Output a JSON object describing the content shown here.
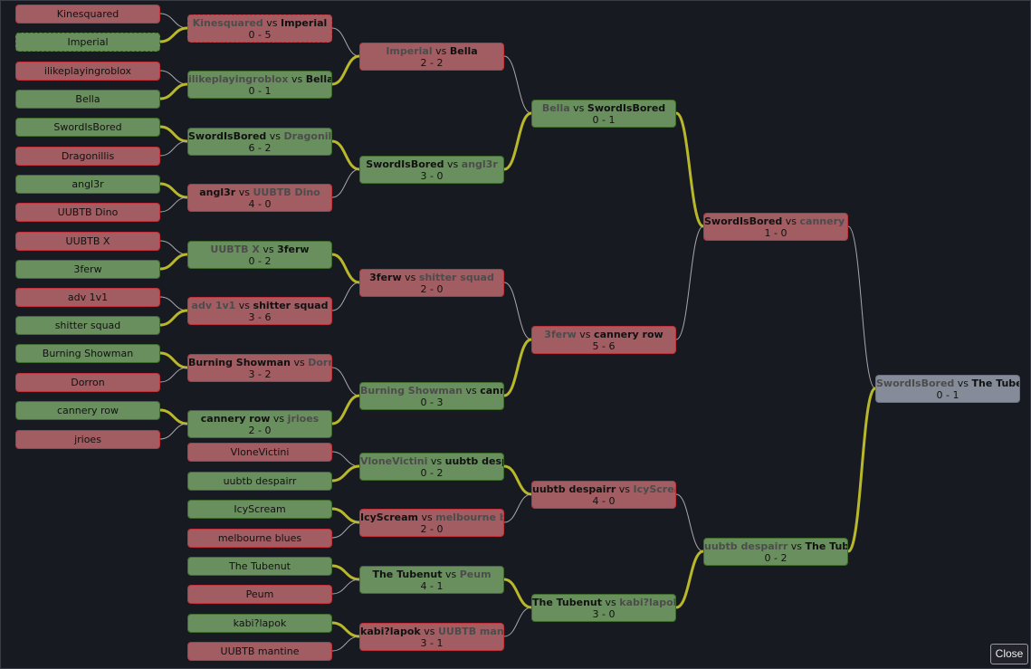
{
  "vs_label": "vs",
  "close_label": "Close",
  "colors": {
    "won": "#6a8f5e",
    "lost": "#a15d62",
    "final": "#858b99",
    "winner_link": "#b8b82a",
    "loser_link": "#a8a8a8"
  },
  "entrants": [
    {
      "id": "e0",
      "name": "Kinesquared",
      "status": "lost"
    },
    {
      "id": "e1",
      "name": "Imperial",
      "status": "won",
      "dashed": true
    },
    {
      "id": "e2",
      "name": "ilikeplayingroblox",
      "status": "lost"
    },
    {
      "id": "e3",
      "name": "Bella",
      "status": "won"
    },
    {
      "id": "e4",
      "name": "SwordIsBored",
      "status": "won"
    },
    {
      "id": "e5",
      "name": "Dragonillis",
      "status": "lost"
    },
    {
      "id": "e6",
      "name": "angl3r",
      "status": "won"
    },
    {
      "id": "e7",
      "name": "UUBTB Dino",
      "status": "lost"
    },
    {
      "id": "e8",
      "name": "UUBTB X",
      "status": "lost"
    },
    {
      "id": "e9",
      "name": "3ferw",
      "status": "won"
    },
    {
      "id": "e10",
      "name": "adv 1v1",
      "status": "lost"
    },
    {
      "id": "e11",
      "name": "shitter squad",
      "status": "won"
    },
    {
      "id": "e12",
      "name": "Burning Showman",
      "status": "won"
    },
    {
      "id": "e13",
      "name": "Dorron",
      "status": "lost"
    },
    {
      "id": "e14",
      "name": "cannery row",
      "status": "won"
    },
    {
      "id": "e15",
      "name": "jrioes",
      "status": "lost"
    },
    {
      "id": "e16",
      "name": "VloneVictini",
      "status": "lost"
    },
    {
      "id": "e17",
      "name": "uubtb despairr",
      "status": "won"
    },
    {
      "id": "e18",
      "name": "IcyScream",
      "status": "won"
    },
    {
      "id": "e19",
      "name": "melbourne blues",
      "status": "lost"
    },
    {
      "id": "e20",
      "name": "The Tubenut",
      "status": "won"
    },
    {
      "id": "e21",
      "name": "Peum",
      "status": "lost"
    },
    {
      "id": "e22",
      "name": "kabi?lapok",
      "status": "won"
    },
    {
      "id": "e23",
      "name": "UUBTB mantine",
      "status": "lost"
    }
  ],
  "matches": [
    {
      "id": "m1",
      "a": "Kinesquared",
      "b": "Imperial",
      "score": "0 - 5",
      "winner": "b",
      "status": "lost",
      "dashed": true,
      "children": [
        "e0",
        "e1"
      ]
    },
    {
      "id": "m2",
      "a": "ilikeplayingroblox",
      "b": "Bella",
      "score": "0 - 1",
      "winner": "b",
      "status": "won",
      "children": [
        "e2",
        "e3"
      ]
    },
    {
      "id": "m3",
      "a": "SwordIsBored",
      "b": "Dragonillis",
      "score": "6 - 2",
      "winner": "a",
      "status": "won",
      "children": [
        "e4",
        "e5"
      ]
    },
    {
      "id": "m4",
      "a": "angl3r",
      "b": "UUBTB Dino",
      "score": "4 - 0",
      "winner": "a",
      "status": "lost",
      "children": [
        "e6",
        "e7"
      ]
    },
    {
      "id": "m5",
      "a": "UUBTB X",
      "b": "3ferw",
      "score": "0 - 2",
      "winner": "b",
      "status": "won",
      "children": [
        "e8",
        "e9"
      ]
    },
    {
      "id": "m6",
      "a": "adv 1v1",
      "b": "shitter squad",
      "score": "3 - 6",
      "winner": "b",
      "status": "lost",
      "children": [
        "e10",
        "e11"
      ]
    },
    {
      "id": "m7",
      "a": "Burning Showman",
      "b": "Dorron",
      "score": "3 - 2",
      "winner": "a",
      "status": "lost",
      "children": [
        "e12",
        "e13"
      ]
    },
    {
      "id": "m8",
      "a": "cannery row",
      "b": "jrioes",
      "score": "2 - 0",
      "winner": "a",
      "status": "won",
      "children": [
        "e14",
        "e15"
      ]
    },
    {
      "id": "m9",
      "a": "Imperial",
      "b": "Bella",
      "score": "2 - 2",
      "winner": "b",
      "status": "lost",
      "children": [
        "m1",
        "m2"
      ]
    },
    {
      "id": "m10",
      "a": "SwordIsBored",
      "b": "angl3r",
      "score": "3 - 0",
      "winner": "a",
      "status": "won",
      "children": [
        "m3",
        "m4"
      ]
    },
    {
      "id": "m11",
      "a": "3ferw",
      "b": "shitter squad",
      "score": "2 - 0",
      "winner": "a",
      "status": "lost",
      "children": [
        "m5",
        "m6"
      ]
    },
    {
      "id": "m12",
      "a": "Burning Showman",
      "b": "cannery row",
      "score": "0 - 3",
      "winner": "b",
      "status": "won",
      "children": [
        "m7",
        "m8"
      ]
    },
    {
      "id": "m13",
      "a": "VloneVictini",
      "b": "uubtb despairr",
      "score": "0 - 2",
      "winner": "b",
      "status": "won",
      "children": [
        "e16",
        "e17"
      ]
    },
    {
      "id": "m14",
      "a": "IcyScream",
      "b": "melbourne blues",
      "score": "2 - 0",
      "winner": "a",
      "status": "lost",
      "children": [
        "e18",
        "e19"
      ]
    },
    {
      "id": "m15",
      "a": "The Tubenut",
      "b": "Peum",
      "score": "4 - 1",
      "winner": "a",
      "status": "won",
      "children": [
        "e20",
        "e21"
      ]
    },
    {
      "id": "m16",
      "a": "kabi?lapok",
      "b": "UUBTB mantine",
      "score": "3 - 1",
      "winner": "a",
      "status": "lost",
      "children": [
        "e22",
        "e23"
      ]
    },
    {
      "id": "m17",
      "a": "Bella",
      "b": "SwordIsBored",
      "score": "0 - 1",
      "winner": "b",
      "status": "won",
      "children": [
        "m9",
        "m10"
      ]
    },
    {
      "id": "m18",
      "a": "3ferw",
      "b": "cannery row",
      "score": "5 - 6",
      "winner": "b",
      "status": "lost",
      "children": [
        "m11",
        "m12"
      ]
    },
    {
      "id": "m19",
      "a": "uubtb despairr",
      "b": "IcyScream",
      "score": "4 - 0",
      "winner": "a",
      "status": "lost",
      "children": [
        "m13",
        "m14"
      ]
    },
    {
      "id": "m20",
      "a": "The Tubenut",
      "b": "kabi?lapok",
      "score": "3 - 0",
      "winner": "a",
      "status": "won",
      "children": [
        "m15",
        "m16"
      ]
    },
    {
      "id": "m21",
      "a": "SwordIsBored",
      "b": "cannery row",
      "score": "1 - 0",
      "winner": "a",
      "status": "lost",
      "children": [
        "m17",
        "m18"
      ]
    },
    {
      "id": "m22",
      "a": "uubtb despairr",
      "b": "The Tubenut",
      "score": "0 - 2",
      "winner": "b",
      "status": "won",
      "children": [
        "m19",
        "m20"
      ]
    },
    {
      "id": "m23",
      "a": "SwordIsBored",
      "b": "The Tubenut",
      "score": "0 - 1",
      "winner": "b",
      "status": "final",
      "children": [
        "m21",
        "m22"
      ]
    }
  ]
}
